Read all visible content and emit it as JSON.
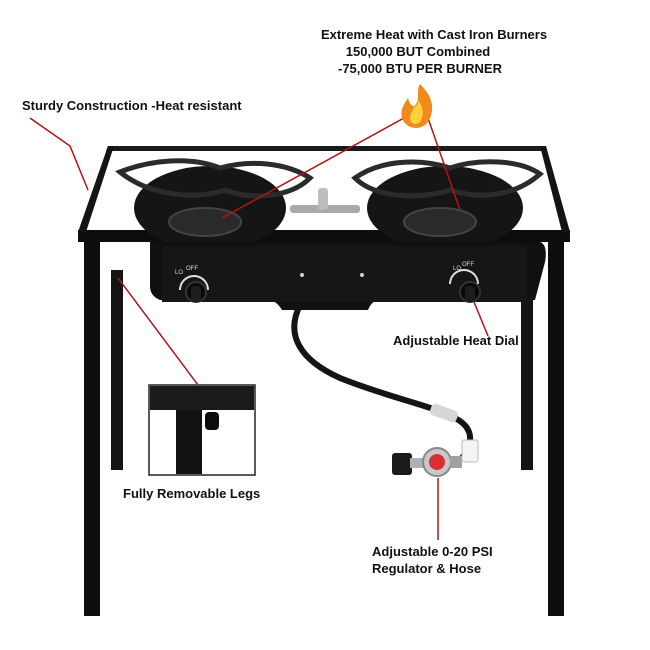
{
  "callouts": {
    "heat": {
      "lines": [
        "Extreme Heat with Cast Iron Burners",
        "150,000 BUT Combined",
        "-75,000 BTU PER BURNER"
      ]
    },
    "construction": {
      "text": "Sturdy Construction -Heat resistant"
    },
    "dial": {
      "text": "Adjustable Heat Dial"
    },
    "legs": {
      "text": "Fully Removable Legs"
    },
    "regulator": {
      "lines": [
        "Adjustable 0-20 PSI",
        "Regulator & Hose"
      ]
    }
  },
  "knob_labels": {
    "lo": "LO",
    "off": "OFF"
  },
  "colors": {
    "leader": "#b01515",
    "flame_outer": "#f08a1c",
    "flame_inner": "#ffd23a",
    "frame": "#0d0d0d"
  },
  "icons": [
    "flame-icon"
  ]
}
